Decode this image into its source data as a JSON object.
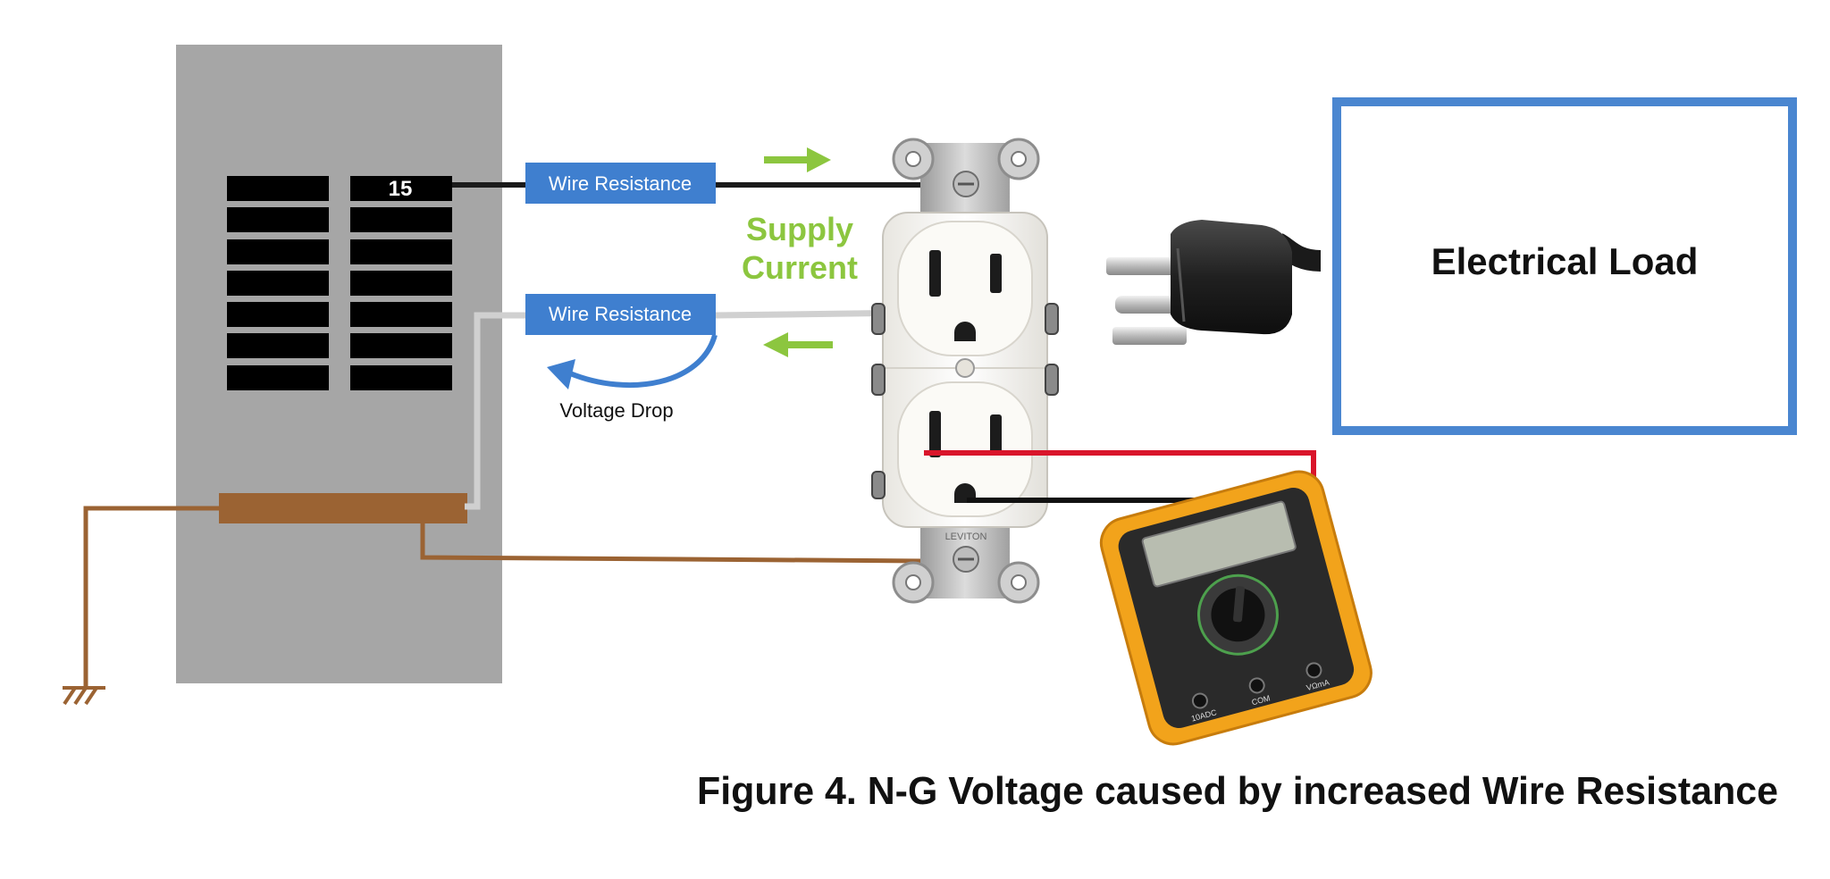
{
  "breaker_panel": {
    "breaker_number": "15"
  },
  "wires": {
    "hot_resistance_label": "Wire Resistance",
    "neutral_resistance_label": "Wire Resistance",
    "voltage_drop_label": "Voltage Drop"
  },
  "current": {
    "label_line1": "Supply",
    "label_line2": "Current"
  },
  "receptacle": {
    "brand_text": "LEVITON"
  },
  "load": {
    "label": "Electrical Load"
  },
  "multimeter": {
    "port_labels": [
      "10ADC",
      "COM",
      "VΩmA"
    ]
  },
  "caption": {
    "text": "Figure 4.  N-G Voltage caused by increased Wire Resistance"
  },
  "colors": {
    "panel": "#a6a6a6",
    "breaker": "#000000",
    "hot_wire": "#1a1a1a",
    "neutral_wire": "#d0d0d0",
    "ground_wire": "#9b6333",
    "resistor_box": "#3f7fcf",
    "arrow_green": "#8cc63f",
    "load_border": "#4a86d0",
    "probe_red": "#d9152b",
    "probe_black": "#111111",
    "meter_body": "#f2a31b"
  }
}
